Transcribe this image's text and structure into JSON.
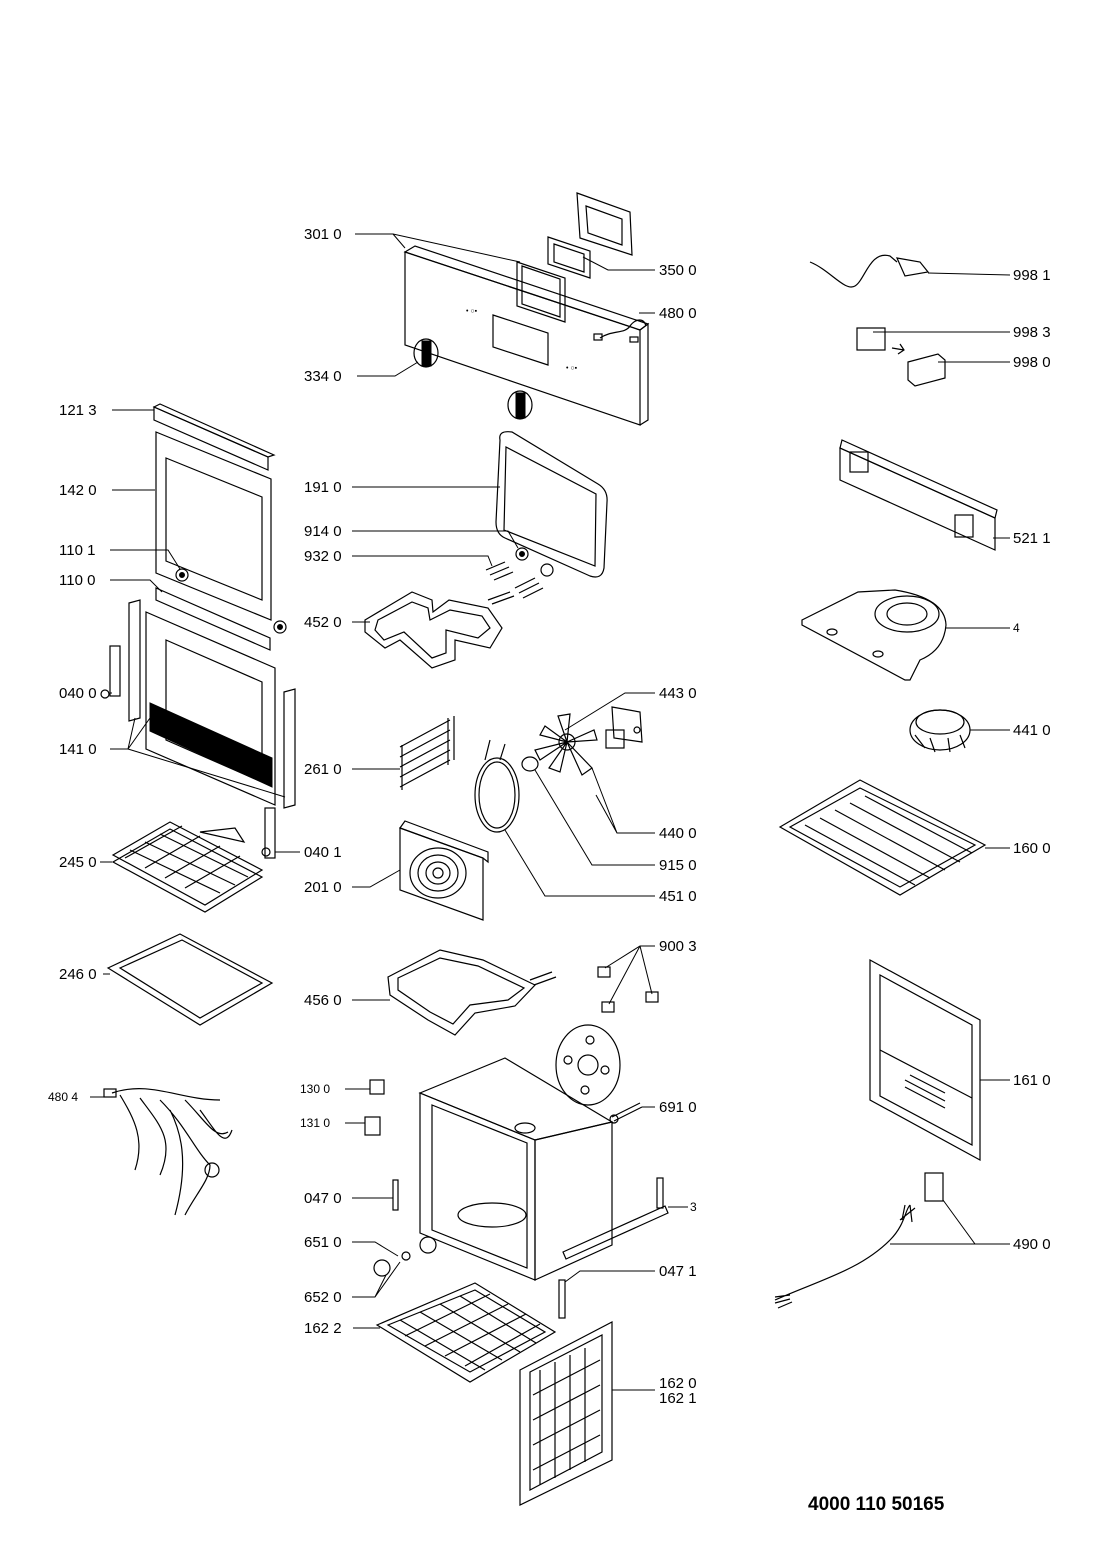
{
  "document_number": "4000 110 50165",
  "labels": {
    "p3010": "301 0",
    "p3500": "350 0",
    "p4800": "480 0",
    "p3340": "334 0",
    "p1213": "121 3",
    "p1420": "142 0",
    "p1910": "191 0",
    "p9140": "914 0",
    "p9320": "932 0",
    "p1101": "110 1",
    "p1100": "110 0",
    "p4520": "452 0",
    "p0400": "040 0",
    "p1410": "141 0",
    "p4430": "443 0",
    "p2610": "261 0",
    "p4400": "440 0",
    "p9150": "915 0",
    "p4510": "451 0",
    "p2450": "245 0",
    "p0401": "040 1",
    "p2010": "201 0",
    "p2460": "246 0",
    "p9003": "900 3",
    "p4560": "456 0",
    "p4804": "480 4",
    "p1300": "130 0",
    "p1310": "131 0",
    "p6910": "691 0",
    "p0470": "047 0",
    "p3": "3",
    "p6510": "651 0",
    "p0471": "047 1",
    "p6520": "652 0",
    "p1622": "162 2",
    "p1620": "162 0",
    "p1621": "162 1",
    "p9981": "998 1",
    "p9983": "998 3",
    "p9980": "998 0",
    "p5211": "521 1",
    "p4": "4",
    "p4410": "441 0",
    "p1600": "160 0",
    "p1610": "161 0",
    "p4900": "490 0"
  }
}
